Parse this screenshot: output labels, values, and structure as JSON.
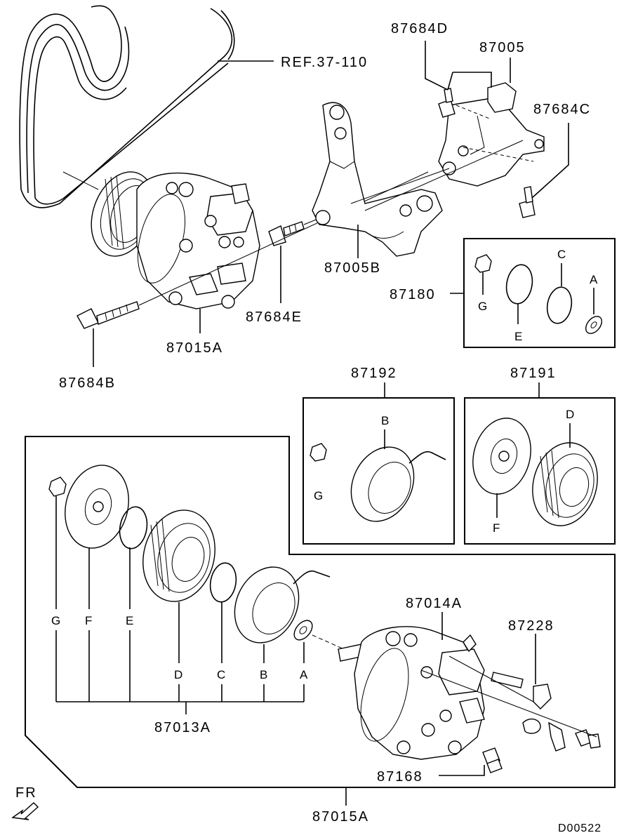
{
  "diagram_code": "D00522",
  "front_indicator": "FR",
  "reference": "REF.37-110",
  "callouts": {
    "bolt_d": "87684D",
    "bracket_upper": "87005",
    "bolt_c": "87684C",
    "bracket_lower": "87005B",
    "bolt_e": "87684E",
    "compressor_assy_top": "87015A",
    "bolt_b": "87684B",
    "kit_87180": "87180",
    "kit_87192": "87192",
    "kit_87191": "87191",
    "compressor_body": "87014A",
    "switch": "87228",
    "clutch_set": "87013A",
    "valve": "87168",
    "compressor_assy_bottom": "87015A"
  },
  "letters": {
    "a": "A",
    "b": "B",
    "c": "C",
    "d": "D",
    "e": "E",
    "f": "F",
    "g": "G"
  }
}
